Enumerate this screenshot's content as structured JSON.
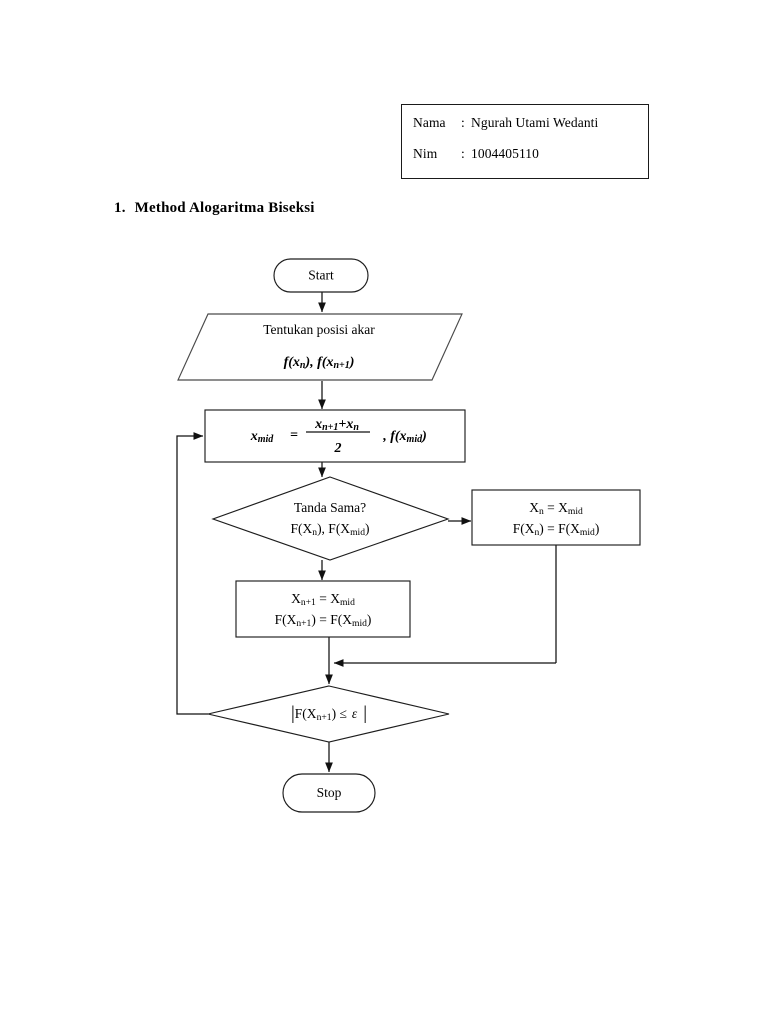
{
  "identity": {
    "rows": [
      {
        "label": "Nama",
        "separator": ":",
        "value": "Ngurah Utami Wedanti"
      },
      {
        "label": "Nim",
        "separator": ":",
        "value": "1004405110"
      }
    ]
  },
  "section": {
    "number": "1.",
    "title": "Method Alogaritma Biseksi"
  },
  "flowchart": {
    "title": "Method Alogaritma Biseksi",
    "type": "flowchart",
    "nodes": [
      {
        "id": "start",
        "shape": "terminator",
        "label": "Start"
      },
      {
        "id": "input-roots",
        "shape": "parallelogram",
        "line1": "Tentukan  posisi akar",
        "math_f": "f",
        "math_x1": "(x",
        "math_sub1": "n",
        "math_mid": "), f",
        "math_x2": "(x",
        "math_sub2": "n+1",
        "math_end": ")"
      },
      {
        "id": "compute-mid",
        "shape": "process",
        "lhs_var": "x",
        "lhs_sub": "mid",
        "equals": "=",
        "num_a": "x",
        "num_a_sub": "n+1",
        "num_plus": "+",
        "num_b": "x",
        "num_b_sub": "n",
        "denominator": "2",
        "tail": ", f(x",
        "tail_sub": "mid",
        "tail_end": ")"
      },
      {
        "id": "same-sign-decision",
        "shape": "decision",
        "line1": "Tanda Sama?",
        "line2_a": "F(X",
        "line2_a_sub": "n",
        "line2_mid": "), F(X",
        "line2_b_sub": "mid",
        "line2_end": ")"
      },
      {
        "id": "update-xn",
        "shape": "process",
        "line1_a": "X",
        "line1_a_sub": "n",
        "line1_eq": " = X",
        "line1_b_sub": "mid",
        "line2_a": "F(X",
        "line2_a_sub": "n",
        "line2_eq": ") = F(X",
        "line2_b_sub": "mid",
        "line2_end": ")"
      },
      {
        "id": "update-xn1",
        "shape": "process",
        "line1_a": "X",
        "line1_a_sub": "n+1",
        "line1_eq": " = X",
        "line1_b_sub": "mid",
        "line2_a": "F(X",
        "line2_a_sub": "n+1",
        "line2_eq": ") = F(X",
        "line2_b_sub": "mid",
        "line2_end": ")"
      },
      {
        "id": "tolerance-decision",
        "shape": "decision",
        "bar_left": "|",
        "expr_a": "F(X",
        "expr_a_sub": "n+1",
        "expr_op": ")  ≤",
        "expr_eps": "ε",
        "bar_right": "|"
      },
      {
        "id": "stop",
        "shape": "terminator",
        "label": "Stop"
      }
    ],
    "edges": [
      {
        "from": "start",
        "to": "input-roots",
        "label": ""
      },
      {
        "from": "input-roots",
        "to": "compute-mid",
        "label": ""
      },
      {
        "from": "compute-mid",
        "to": "same-sign-decision",
        "label": ""
      },
      {
        "from": "same-sign-decision",
        "to": "update-xn",
        "label": ""
      },
      {
        "from": "same-sign-decision",
        "to": "update-xn1",
        "label": ""
      },
      {
        "from": "update-xn",
        "to": "tolerance-decision",
        "label": ""
      },
      {
        "from": "update-xn1",
        "to": "tolerance-decision",
        "label": ""
      },
      {
        "from": "tolerance-decision",
        "to": "stop",
        "label": ""
      },
      {
        "from": "tolerance-decision",
        "to": "compute-mid",
        "label": ""
      }
    ]
  },
  "colors": {
    "page_background": "#ffffff",
    "stroke": "#1d1d1d",
    "soft_stroke": "#4a4a4a",
    "text": "#000000"
  }
}
